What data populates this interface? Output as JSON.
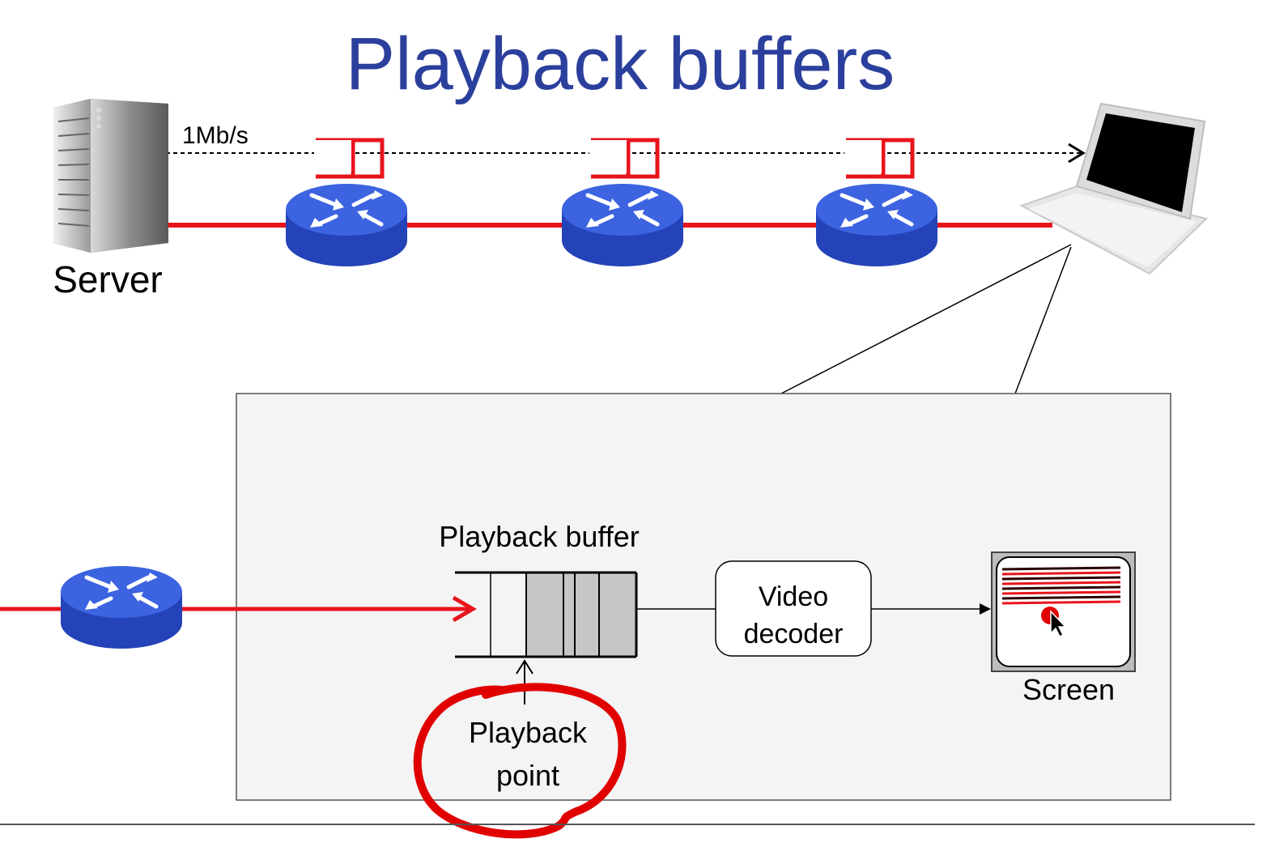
{
  "title": "Playback buffers",
  "labels": {
    "rate": "1Mb/s",
    "server": "Server",
    "buffer": "Playback buffer",
    "decoder_line1": "Video",
    "decoder_line2": "decoder",
    "screen": "Screen",
    "point_line1": "Playback",
    "point_line2": "point"
  },
  "colors": {
    "title": "#2b3f9c",
    "link": "#e8141c",
    "router": "#3c63e0",
    "router_dark": "#2443b8",
    "annotation": "#e00000",
    "panel_bg": "#f4f4f4"
  },
  "icons": [
    "server-icon",
    "router-icon",
    "laptop-icon",
    "buffer-icon",
    "screen-icon",
    "cursor-icon"
  ]
}
